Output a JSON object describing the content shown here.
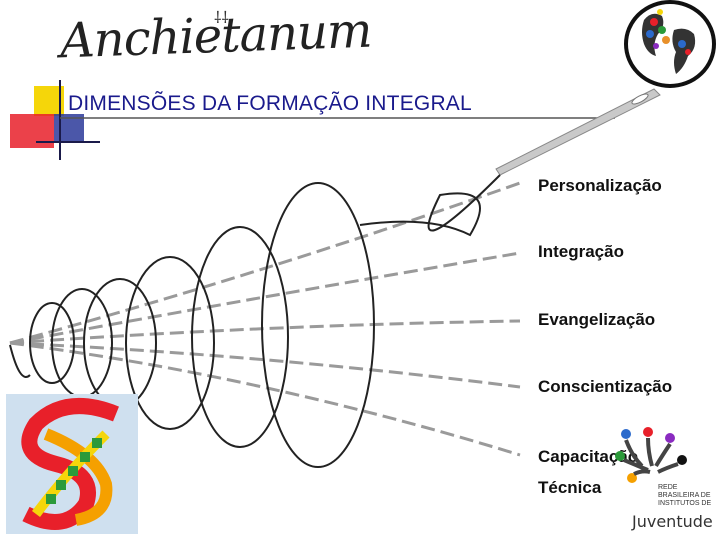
{
  "logo": {
    "signature": "Anchietanum",
    "mark": "⸸⸸"
  },
  "title": "DIMENSÕES DA FORMAÇÃO INTEGRAL",
  "dimensions": [
    {
      "label": "Personalização"
    },
    {
      "label": "Integração"
    },
    {
      "label": "Evangelização"
    },
    {
      "label": "Conscientização"
    },
    {
      "label": "Capacitação"
    },
    {
      "label": "Técnica"
    }
  ],
  "partner": {
    "rede_lines": "REDE BRASILEIRA DE INSTITUTOS DE",
    "juventude": "Juventude"
  },
  "colors": {
    "title": "#1a1a8c",
    "accent_yellow": "#f5d60a",
    "accent_red": "#e8202a",
    "accent_blue": "#2b3a9a"
  }
}
